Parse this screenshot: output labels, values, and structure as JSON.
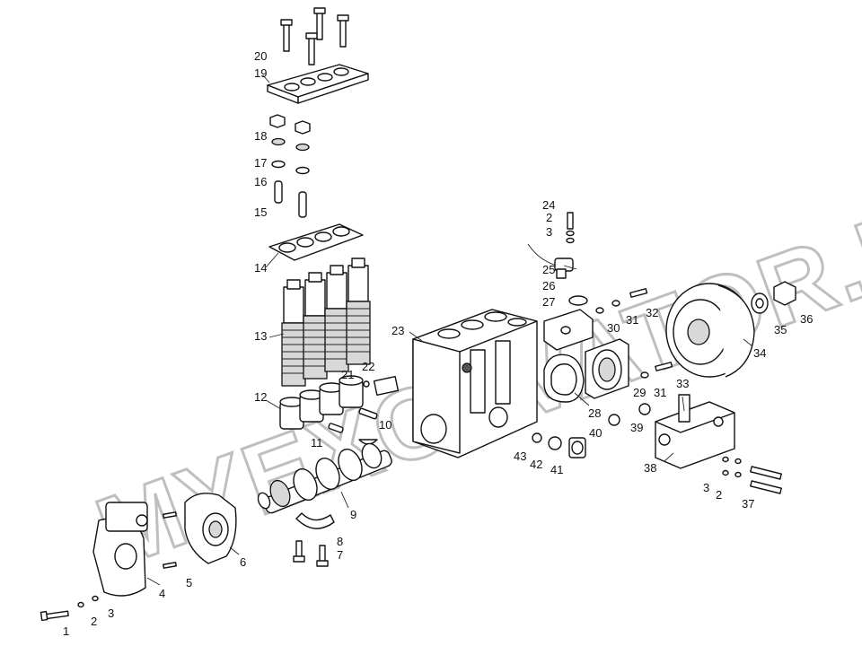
{
  "watermark": "MYEXCAVATOR.RU",
  "callouts": [
    {
      "id": "c1",
      "text": "1"
    },
    {
      "id": "c2a",
      "text": "2"
    },
    {
      "id": "c3a",
      "text": "3"
    },
    {
      "id": "c4",
      "text": "4"
    },
    {
      "id": "c5",
      "text": "5"
    },
    {
      "id": "c6",
      "text": "6"
    },
    {
      "id": "c7",
      "text": "7"
    },
    {
      "id": "c8",
      "text": "8"
    },
    {
      "id": "c9",
      "text": "9"
    },
    {
      "id": "c10",
      "text": "10"
    },
    {
      "id": "c11",
      "text": "11"
    },
    {
      "id": "c12",
      "text": "12"
    },
    {
      "id": "c13",
      "text": "13"
    },
    {
      "id": "c14",
      "text": "14"
    },
    {
      "id": "c15",
      "text": "15"
    },
    {
      "id": "c16",
      "text": "16"
    },
    {
      "id": "c17",
      "text": "17"
    },
    {
      "id": "c18",
      "text": "18"
    },
    {
      "id": "c19",
      "text": "19"
    },
    {
      "id": "c20",
      "text": "20"
    },
    {
      "id": "c21",
      "text": "21"
    },
    {
      "id": "c22",
      "text": "22"
    },
    {
      "id": "c23",
      "text": "23"
    },
    {
      "id": "c24",
      "text": "24"
    },
    {
      "id": "c2b",
      "text": "2"
    },
    {
      "id": "c3b",
      "text": "3"
    },
    {
      "id": "c25",
      "text": "25"
    },
    {
      "id": "c26",
      "text": "26"
    },
    {
      "id": "c27",
      "text": "27"
    },
    {
      "id": "c28",
      "text": "28"
    },
    {
      "id": "c29",
      "text": "29"
    },
    {
      "id": "c30",
      "text": "30"
    },
    {
      "id": "c31a",
      "text": "31"
    },
    {
      "id": "c31b",
      "text": "31"
    },
    {
      "id": "c32",
      "text": "32"
    },
    {
      "id": "c33",
      "text": "33"
    },
    {
      "id": "c34",
      "text": "34"
    },
    {
      "id": "c35",
      "text": "35"
    },
    {
      "id": "c36",
      "text": "36"
    },
    {
      "id": "c37",
      "text": "37"
    },
    {
      "id": "c38",
      "text": "38"
    },
    {
      "id": "c39",
      "text": "39"
    },
    {
      "id": "c40",
      "text": "40"
    },
    {
      "id": "c41",
      "text": "41"
    },
    {
      "id": "c42",
      "text": "42"
    },
    {
      "id": "c43",
      "text": "43"
    },
    {
      "id": "c2c",
      "text": "2"
    },
    {
      "id": "c3c",
      "text": "3"
    }
  ]
}
